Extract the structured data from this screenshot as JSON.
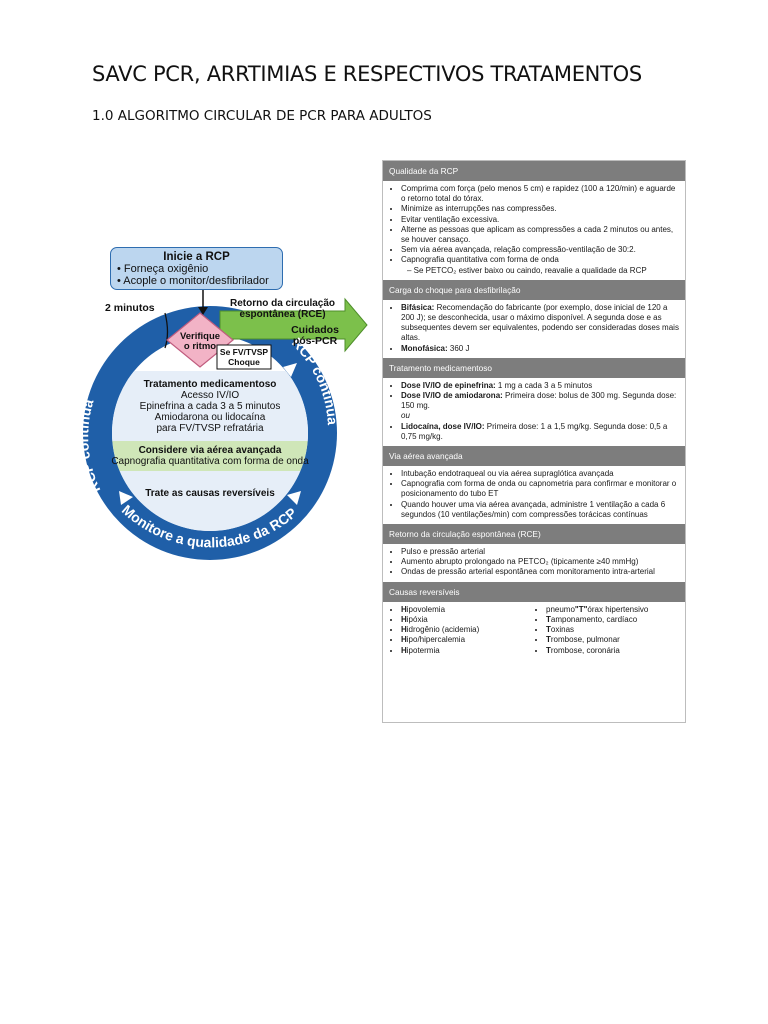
{
  "document": {
    "title": "SAVC PCR, ARRTIMIAS E RESPECTIVOS TRATAMENTOS",
    "subtitle": "1.0 ALGORITMO CIRCULAR DE PCR PARA ADULTOS"
  },
  "algorithm": {
    "start_title": "Inicie a RCP",
    "start_items": [
      "• Forneça oxigênio",
      "• Acople o monitor/desfibrilador"
    ],
    "two_minutes": "2 minutos",
    "rosc_label_1": "Retorno da circulação",
    "rosc_label_2": "espontânea (RCE)",
    "post_care_1": "Cuidados",
    "post_care_2": "pós-PCR",
    "check_rhythm_1": "Verifique",
    "check_rhythm_2": "o ritmo",
    "shock_1": "Se FV/TVSP",
    "shock_2": "Choque",
    "drug_title": "Tratamento medicamentoso",
    "drug_lines": [
      "Acesso IV/IO",
      "Epinefrina a cada 3 a 5 minutos",
      "Amiodarona ou lidocaína",
      "para FV/TVSP refratária"
    ],
    "airway_title": "Considere via aérea avançada",
    "airway_line": "Capnografia quantitativa com forma de onda",
    "causes_title": "Trate as causas reversíveis",
    "ring_left": "RCP contínua",
    "ring_right": "RCP contínua",
    "ring_bottom": "Monitore a qualidade da RCP",
    "colors": {
      "ring": "#1f5fa8",
      "green": "#7cc04b",
      "pink": "#f2b3c6",
      "light_blue": "#bcd6ef"
    }
  },
  "panel": {
    "cpr_quality": {
      "header": "Qualidade da RCP",
      "items": [
        "Comprima com força (pelo menos 5 cm) e rapidez (100 a 120/min) e aguarde o retorno total do tórax.",
        "Minimize as interrupções nas compressões.",
        "Evitar ventilação excessiva.",
        "Alterne as pessoas que aplicam as compressões a cada 2 minutos ou antes, se houver cansaço.",
        "Sem via aérea avançada, relação compressão-ventilação de 30:2.",
        "Capnografia quantitativa com forma de onda"
      ],
      "sub_item": "– Se PETCO₂ estiver baixo ou caindo, reavalie a qualidade da RCP"
    },
    "shock_energy": {
      "header": "Carga do choque para desfibrilação",
      "biphasic_label": "Bifásica:",
      "biphasic_text": " Recomendação do fabricante (por exemplo, dose inicial de 120 a 200 J); se desconhecida, usar o máximo disponível. A segunda dose e as subsequentes devem ser equivalentes, podendo ser consideradas doses mais altas.",
      "mono_label": "Monofásica:",
      "mono_text": " 360 J"
    },
    "drug_therapy": {
      "header": "Tratamento medicamentoso",
      "epi_label": "Dose IV/IO de epinefrina:",
      "epi_text": " 1 mg a cada 3 a 5 minutos",
      "amio_label": "Dose IV/IO de amiodarona:",
      "amio_text": " Primeira dose: bolus de 300 mg. Segunda dose: 150 mg.",
      "or": "ou",
      "lido_label": "Lidocaína, dose IV/IO:",
      "lido_text": " Primeira dose: 1 a 1,5 mg/kg. Segunda dose: 0,5 a 0,75 mg/kg."
    },
    "airway": {
      "header": "Via aérea avançada",
      "items": [
        "Intubação endotraqueal ou via aérea supraglótica avançada",
        "Capnografia com forma de onda ou capnometria para confirmar e monitorar o posicionamento do tubo ET",
        "Quando houver uma via aérea avançada, administre 1 ventilação a cada 6 segundos (10 ventilações/min) com compressões torácicas contínuas"
      ]
    },
    "rosc": {
      "header": "Retorno da circulação espontânea (RCE)",
      "items": [
        "Pulso e pressão arterial",
        "Aumento abrupto prolongado na PETCO₂ (tipicamente ≥40 mmHg)",
        "Ondas de pressão arterial espontânea com monitoramento intra-arterial"
      ]
    },
    "causes": {
      "header": "Causas reversíveis",
      "left": [
        {
          "b": "H",
          "t": "ipovolemia"
        },
        {
          "b": "H",
          "t": "ipóxia"
        },
        {
          "b": "H",
          "t": "idrogênio (acidemia)"
        },
        {
          "b": "H",
          "t": "ipo/hipercalemia"
        },
        {
          "b": "H",
          "t": "ipotermia"
        }
      ],
      "right": [
        {
          "pre": "pneumo",
          "b": "\"T\"",
          "t": "órax hipertensivo"
        },
        {
          "pre": "",
          "b": "T",
          "t": "amponamento, cardíaco"
        },
        {
          "pre": "",
          "b": "T",
          "t": "oxinas"
        },
        {
          "pre": "",
          "b": "T",
          "t": "rombose, pulmonar"
        },
        {
          "pre": "",
          "b": "T",
          "t": "rombose, coronária"
        }
      ]
    }
  }
}
